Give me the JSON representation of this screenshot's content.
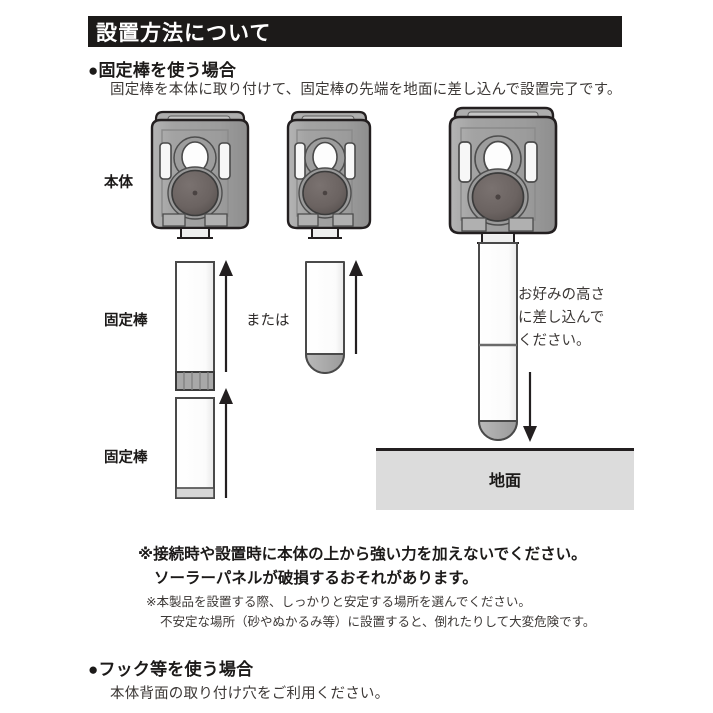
{
  "page": {
    "title": "設置方法について"
  },
  "sections": {
    "rod": {
      "heading": "●固定棒を使う場合",
      "body": "固定棒を本体に取り付けて、固定棒の先端を地面に差し込んで設置完了です。"
    },
    "hook": {
      "heading": "●フック等を使う場合",
      "body": "本体背面の取り付け穴をご利用ください。"
    }
  },
  "diagram": {
    "labels": {
      "main_body": "本体",
      "rod_upper": "固定棒",
      "rod_lower": "固定棒",
      "or": "または",
      "ground": "地面"
    },
    "height_note": {
      "line1": "お好みの高さ",
      "line2": "に差し込んで",
      "line3": "ください。"
    },
    "icons": {
      "arrow_up": "arrow-up-icon",
      "arrow_down": "arrow-down-icon"
    }
  },
  "warnings": {
    "strong": {
      "line1": "※接続時や設置時に本体の上から強い力を加えないでください。",
      "line2": "ソーラーパネルが破損するおそれがあります。"
    },
    "small": {
      "line1": "※本製品を設置する際、しっかりと安定する場所を選んでください。",
      "line2": "不安定な場所（砂やぬかるみ等）に設置すると、倒れたりして大変危険です。"
    }
  },
  "colors": {
    "banner_bg": "#1c1a19",
    "banner_text": "#ffffff",
    "ground_fill": "#dcdcdc",
    "device_body": "#a6a6a6",
    "device_dark": "#6a6361",
    "device_light": "#c9c9c9",
    "rod_fill": "#ffffff",
    "rod_tip": "#a8a8a8",
    "outline": "#231f20"
  }
}
